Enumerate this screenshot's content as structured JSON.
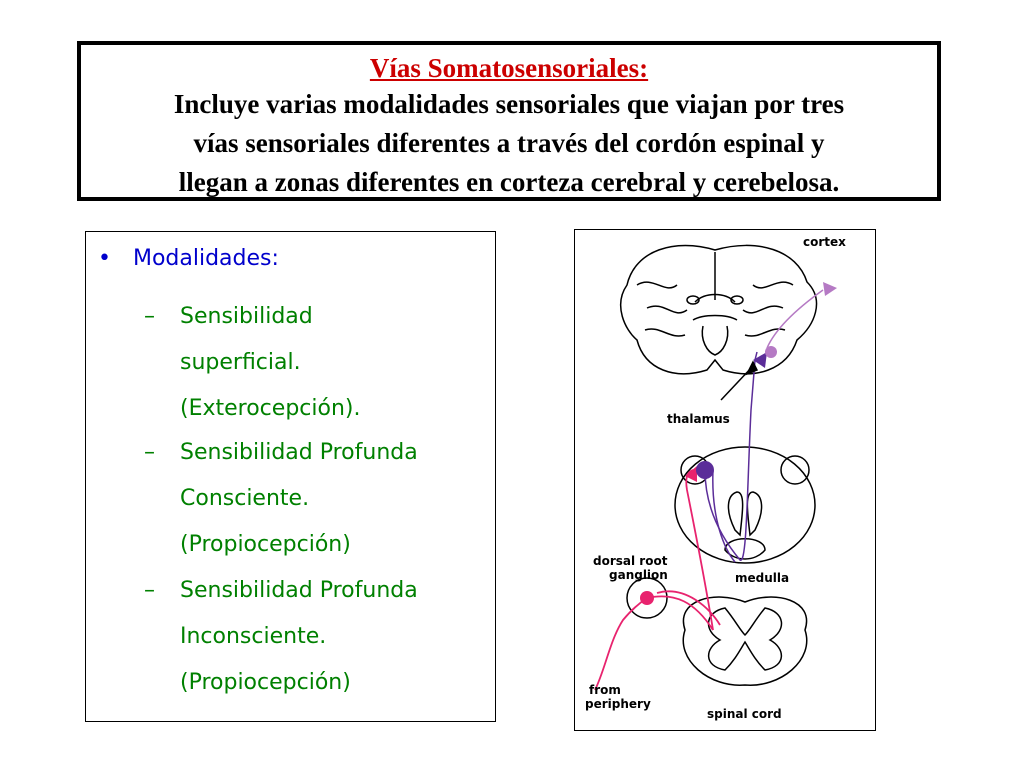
{
  "title": {
    "heading": "Vías Somatosensoriales:",
    "lines": [
      "Incluye varias modalidades sensoriales que viajan por tres",
      "vías sensoriales diferentes  a través del cordón espinal y",
      "llegan a zonas diferentes en corteza cerebral y cerebelosa."
    ]
  },
  "list": {
    "bullet": "•",
    "heading": "Modalidades:",
    "dash": "–",
    "items": [
      {
        "lines": [
          "Sensibilidad",
          "superficial.",
          "(Exterocepción)."
        ]
      },
      {
        "lines": [
          "Sensibilidad Profunda",
          "Consciente.",
          "(Propiocepción)"
        ]
      },
      {
        "lines": [
          "Sensibilidad Profunda",
          "Inconsciente.",
          "(Propiocepción)"
        ]
      }
    ]
  },
  "figure": {
    "labels": {
      "cortex": "cortex",
      "thalamus": "thalamus",
      "dorsal_root_1": "dorsal root",
      "dorsal_root_2": "ganglion",
      "medulla": "medulla",
      "from_1": "from",
      "from_2": "periphery",
      "spinal_cord": "spinal cord"
    },
    "colors": {
      "pathway_magenta": "#e8236e",
      "pathway_violet": "#5b2d99",
      "cortex_path": "#b57ac4"
    }
  }
}
